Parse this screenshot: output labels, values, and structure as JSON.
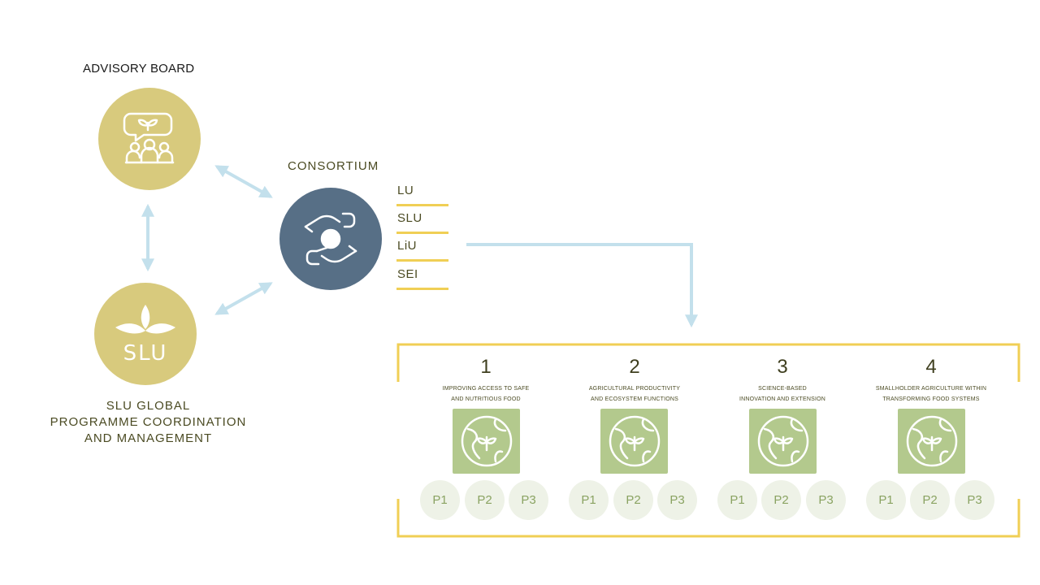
{
  "advisory_board": {
    "title": "ADVISORY BOARD",
    "icon": "people-discussion-icon"
  },
  "slu": {
    "logo_text": "SLU",
    "caption_lines": [
      "SLU GLOBAL",
      "PROGRAMME COORDINATION",
      "AND MANAGEMENT"
    ]
  },
  "consortium": {
    "title": "CONSORTIUM",
    "icon": "hands-holding-icon",
    "members": [
      "LU",
      "SLU",
      "LiU",
      "SEI"
    ]
  },
  "themes": [
    {
      "number": "1",
      "lines": [
        "IMPROVING ACCESS TO SAFE",
        "AND NUTRITIOUS FOOD"
      ],
      "projects": [
        "P1",
        "P2",
        "P3"
      ]
    },
    {
      "number": "2",
      "lines": [
        "AGRICULTURAL PRODUCTIVITY",
        "AND ECOSYSTEM FUNCTIONS"
      ],
      "projects": [
        "P1",
        "P2",
        "P3"
      ]
    },
    {
      "number": "3",
      "lines": [
        "SCIENCE-BASED",
        "INNOVATION AND EXTENSION"
      ],
      "projects": [
        "P1",
        "P2",
        "P3"
      ]
    },
    {
      "number": "4",
      "lines": [
        "SMALLHOLDER AGRICULTURE WITHIN",
        "TRANSFORMING FOOD SYSTEMS"
      ],
      "projects": [
        "P1",
        "P2",
        "P3"
      ]
    }
  ],
  "colors": {
    "gold_circle": "#d8ca7d",
    "slate_circle": "#576f86",
    "arrow": "#c3e0ec",
    "frame": "#f0cf55",
    "globe_box": "#b3c98d",
    "project_circle": "#eef2e7",
    "project_text": "#8aa362"
  }
}
